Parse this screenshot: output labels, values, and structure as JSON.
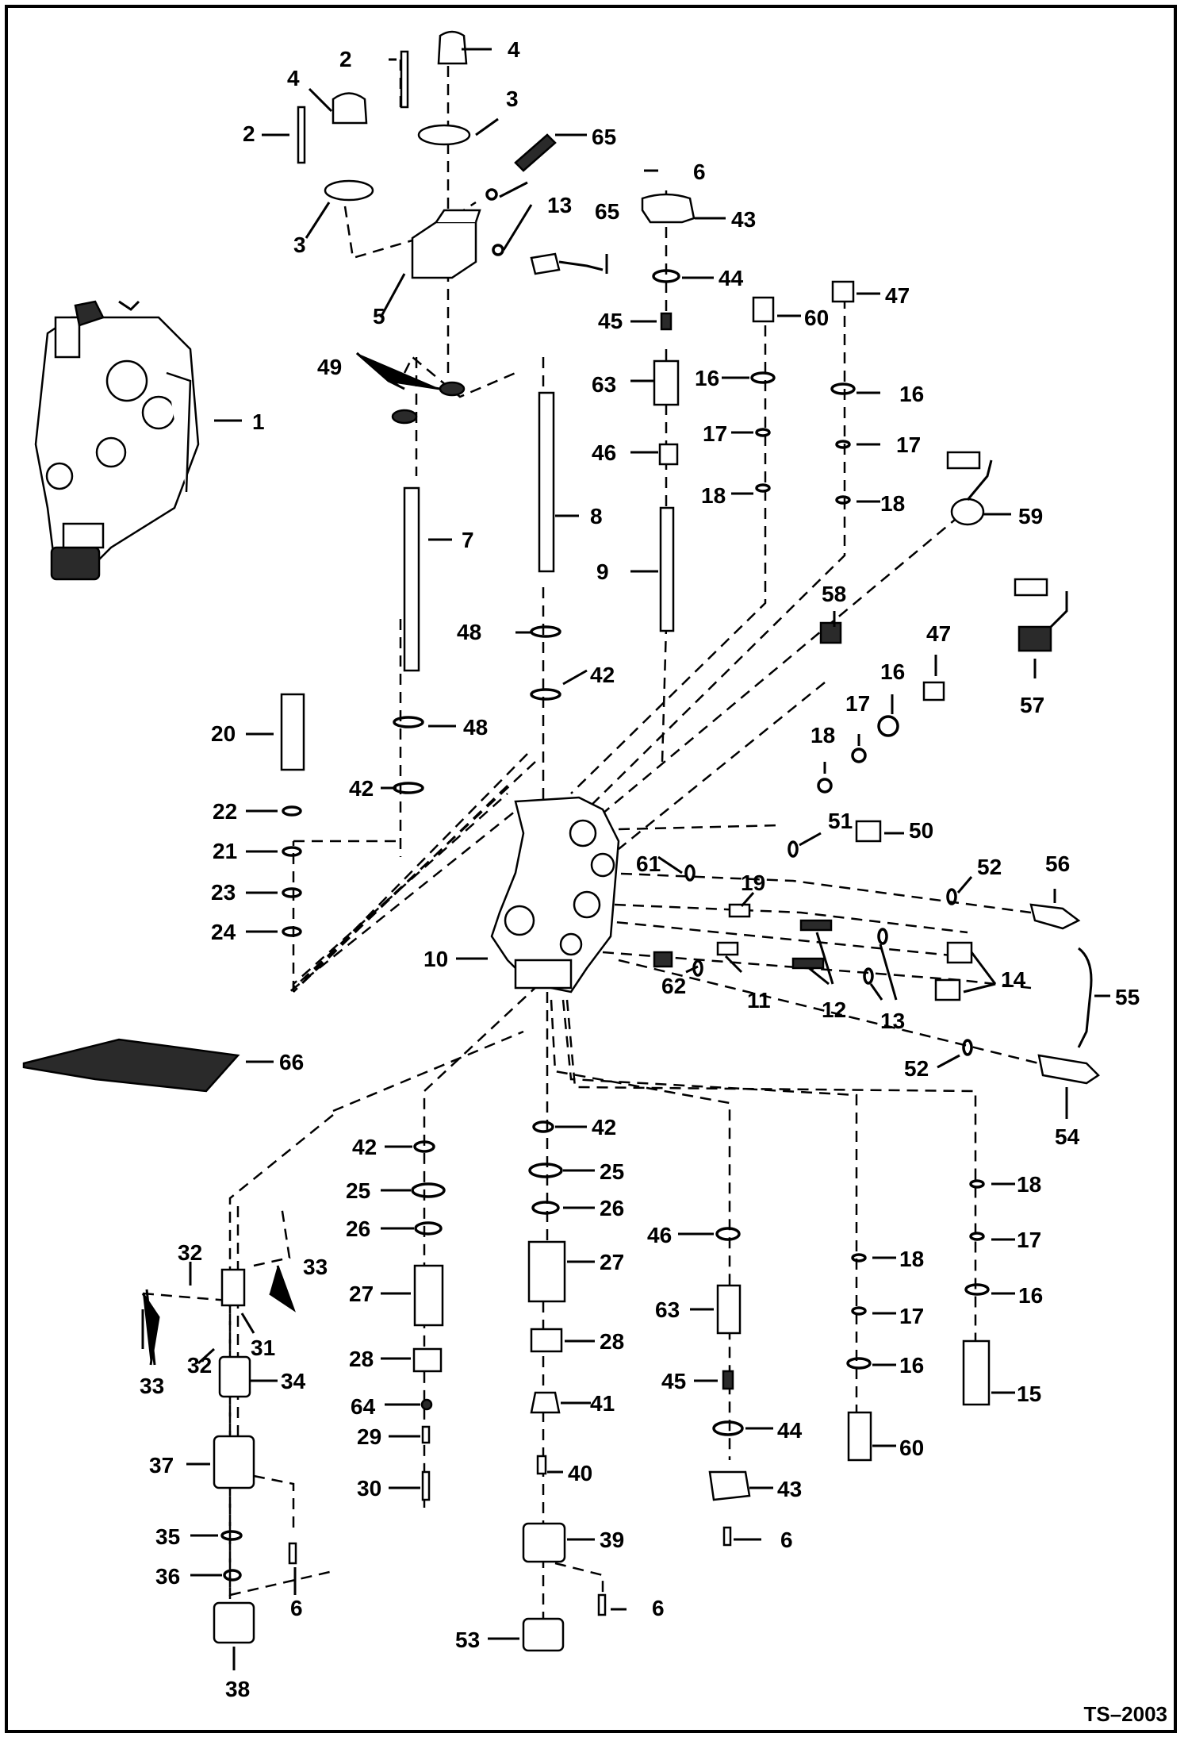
{
  "diagram": {
    "reference": "TS–2003",
    "callouts": [
      {
        "id": "1",
        "text": "1"
      },
      {
        "id": "2",
        "text": "2"
      },
      {
        "id": "3",
        "text": "3"
      },
      {
        "id": "4",
        "text": "4"
      },
      {
        "id": "5",
        "text": "5"
      },
      {
        "id": "6",
        "text": "6"
      },
      {
        "id": "7",
        "text": "7"
      },
      {
        "id": "8",
        "text": "8"
      },
      {
        "id": "9",
        "text": "9"
      },
      {
        "id": "10",
        "text": "10"
      },
      {
        "id": "11",
        "text": "11"
      },
      {
        "id": "12",
        "text": "12"
      },
      {
        "id": "13",
        "text": "13"
      },
      {
        "id": "14",
        "text": "14"
      },
      {
        "id": "15",
        "text": "15"
      },
      {
        "id": "16",
        "text": "16"
      },
      {
        "id": "17",
        "text": "17"
      },
      {
        "id": "18",
        "text": "18"
      },
      {
        "id": "19",
        "text": "19"
      },
      {
        "id": "20",
        "text": "20"
      },
      {
        "id": "21",
        "text": "21"
      },
      {
        "id": "22",
        "text": "22"
      },
      {
        "id": "23",
        "text": "23"
      },
      {
        "id": "24",
        "text": "24"
      },
      {
        "id": "25",
        "text": "25"
      },
      {
        "id": "26",
        "text": "26"
      },
      {
        "id": "27",
        "text": "27"
      },
      {
        "id": "28",
        "text": "28"
      },
      {
        "id": "29",
        "text": "29"
      },
      {
        "id": "30",
        "text": "30"
      },
      {
        "id": "31",
        "text": "31"
      },
      {
        "id": "32",
        "text": "32"
      },
      {
        "id": "33",
        "text": "33"
      },
      {
        "id": "34",
        "text": "34"
      },
      {
        "id": "35",
        "text": "35"
      },
      {
        "id": "36",
        "text": "36"
      },
      {
        "id": "37",
        "text": "37"
      },
      {
        "id": "38",
        "text": "38"
      },
      {
        "id": "39",
        "text": "39"
      },
      {
        "id": "40",
        "text": "40"
      },
      {
        "id": "41",
        "text": "41"
      },
      {
        "id": "42",
        "text": "42"
      },
      {
        "id": "43",
        "text": "43"
      },
      {
        "id": "44",
        "text": "44"
      },
      {
        "id": "45",
        "text": "45"
      },
      {
        "id": "46",
        "text": "46"
      },
      {
        "id": "47",
        "text": "47"
      },
      {
        "id": "48",
        "text": "48"
      },
      {
        "id": "49",
        "text": "49"
      },
      {
        "id": "50",
        "text": "50"
      },
      {
        "id": "51",
        "text": "51"
      },
      {
        "id": "52",
        "text": "52"
      },
      {
        "id": "53",
        "text": "53"
      },
      {
        "id": "54",
        "text": "54"
      },
      {
        "id": "55",
        "text": "55"
      },
      {
        "id": "56",
        "text": "56"
      },
      {
        "id": "57",
        "text": "57"
      },
      {
        "id": "58",
        "text": "58"
      },
      {
        "id": "59",
        "text": "59"
      },
      {
        "id": "60",
        "text": "60"
      },
      {
        "id": "61",
        "text": "61"
      },
      {
        "id": "62",
        "text": "62"
      },
      {
        "id": "63",
        "text": "63"
      },
      {
        "id": "64",
        "text": "64"
      },
      {
        "id": "65",
        "text": "65"
      },
      {
        "id": "66",
        "text": "66"
      }
    ]
  }
}
